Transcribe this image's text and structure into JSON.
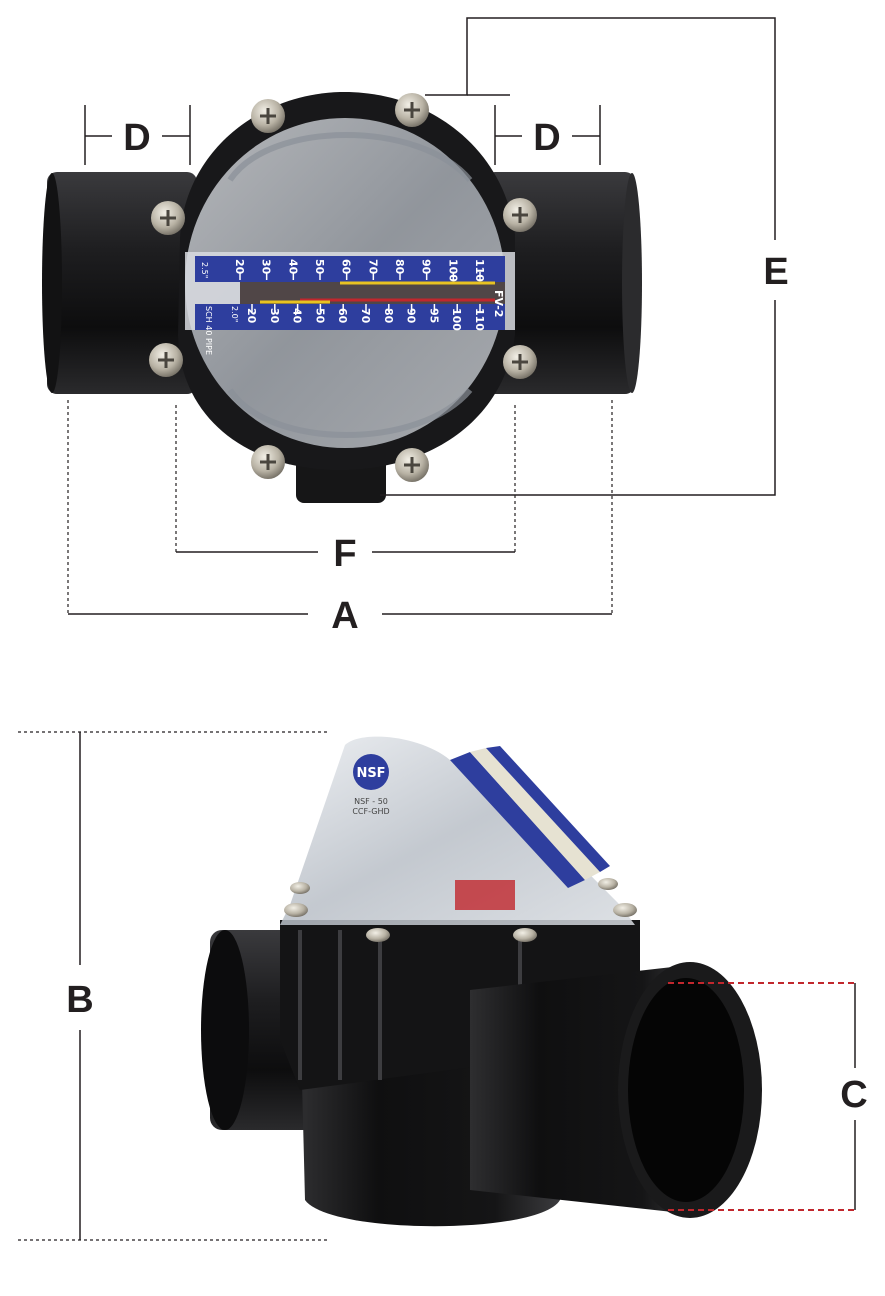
{
  "labels": {
    "d_left": "D",
    "d_right": "D",
    "e": "E",
    "f": "F",
    "a": "A",
    "b": "B",
    "c": "C"
  },
  "gauge": {
    "model": "FV-2",
    "pipe_top": "2.5\"",
    "pipe_bottom": "2.0\"",
    "pipe_note": "SCH 40 PIPE",
    "top_scale": [
      "20",
      "30",
      "40",
      "50",
      "60",
      "70",
      "80",
      "90",
      "100",
      "110"
    ],
    "bottom_scale": [
      "20",
      "30",
      "40",
      "50",
      "60",
      "70",
      "80",
      "90",
      "95",
      "100",
      "110"
    ]
  },
  "badge": {
    "nsf": "NSF",
    "nsf_sub": "NSF - 50",
    "nsf_sub2": "CCF-GHD"
  },
  "colors": {
    "line": "#231f20",
    "c_marker": "#c1272d",
    "scale_blue": "#2e3e9e",
    "valve_black": "#1b1b1d"
  }
}
